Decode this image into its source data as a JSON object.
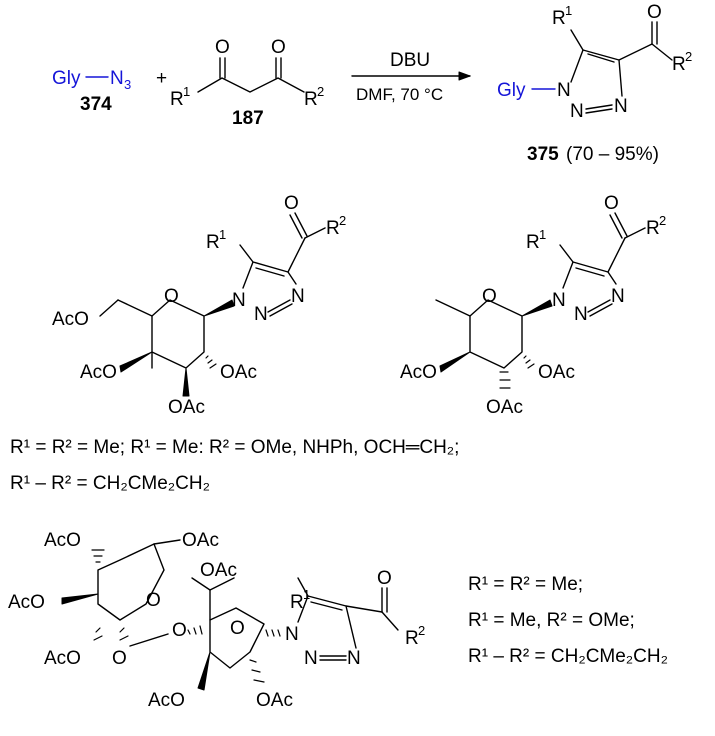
{
  "reaction": {
    "reagent1": "Gly",
    "reagent1_n": "N",
    "reagent1_n_sub": "3",
    "reagent1_id": "374",
    "plus": "+",
    "reagent2_id": "187",
    "conditions_top": "DBU",
    "conditions_bottom": "DMF, 70 °C",
    "product_prefix": "Gly",
    "product_id": "375",
    "product_yield": "(70 – 95%)"
  },
  "atoms": {
    "R": "R",
    "one": "1",
    "two": "2",
    "O": "O",
    "N": "N",
    "AcO": "AcO",
    "OAc": "OAc"
  },
  "subs1": {
    "line1": "R¹ = R² = Me; R¹ = Me: R² = OMe, NHPh, OCH═CH₂;",
    "line2": "R¹ – R² = CH₂CMe₂CH₂"
  },
  "subs2": {
    "line1": "R¹ = R² = Me;",
    "line2": "R¹ = Me, R² = OMe;",
    "line3": "R¹ – R² = CH₂CMe₂CH₂"
  }
}
